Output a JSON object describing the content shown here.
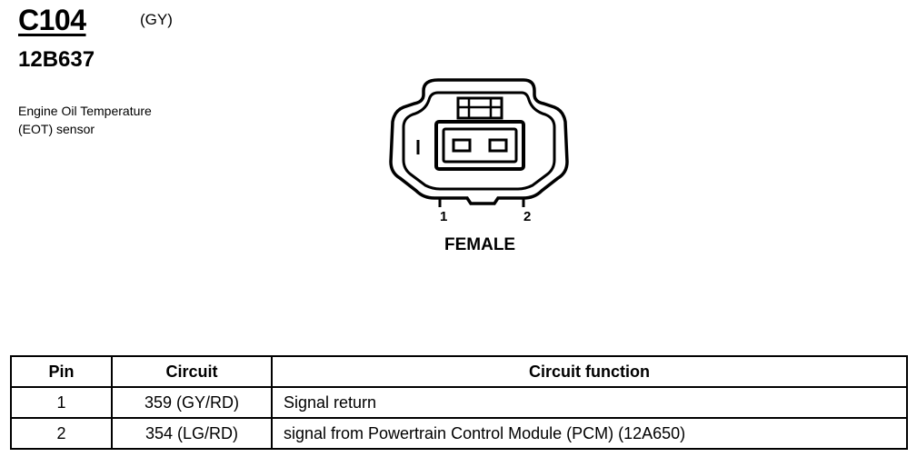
{
  "header": {
    "connector_id": "C104",
    "color_code": "(GY)",
    "part_number": "12B637",
    "component_line1": "Engine Oil Temperature",
    "component_line2": "(EOT) sensor"
  },
  "connector": {
    "pin1_label": "1",
    "pin2_label": "2",
    "gender": "FEMALE"
  },
  "pin_table": {
    "headers": [
      "Pin",
      "Circuit",
      "Circuit function"
    ],
    "rows": [
      {
        "pin": "1",
        "circuit": "359 (GY/RD)",
        "function": "Signal return"
      },
      {
        "pin": "2",
        "circuit": "354 (LG/RD)",
        "function": "signal from Powertrain Control Module (PCM) (12A650)"
      }
    ]
  }
}
